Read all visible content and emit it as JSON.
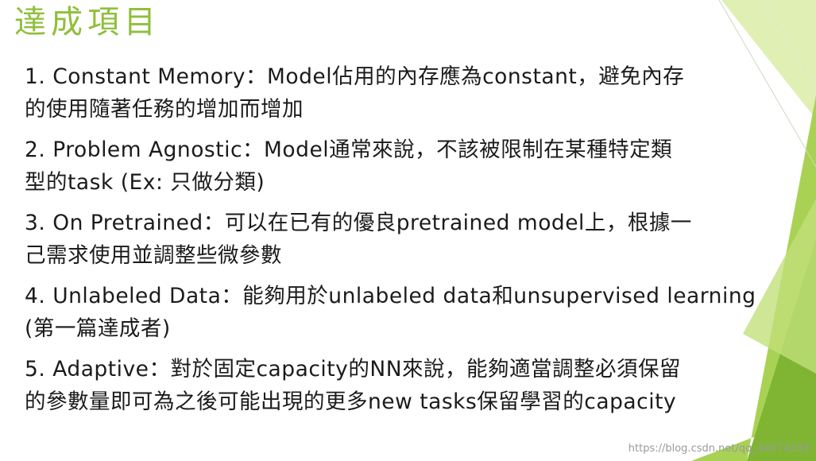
{
  "slide": {
    "title": "達成項目",
    "theme": {
      "title_color": "#8fbf3a",
      "accent_light": "#c6e07a",
      "accent_mid": "#9ccc45",
      "accent_dark": "#6ea82e",
      "text_color": "#1b1b1b"
    },
    "items": [
      {
        "lines": [
          "1. Constant Memory：Model佔用的內存應為constant，避免內存",
          "的使用隨著任務的增加而增加"
        ]
      },
      {
        "lines": [
          "2. Problem Agnostic：Model通常來說，不該被限制在某種特定類",
          "型的task (Ex: 只做分類)"
        ]
      },
      {
        "lines": [
          "3. On Pretrained：可以在已有的優良pretrained model上，根據一",
          "己需求使用並調整些微參數"
        ]
      },
      {
        "lines": [
          "4. Unlabeled Data：能夠用於unlabeled data和unsupervised learning",
          "(第一篇達成者)"
        ]
      },
      {
        "lines": [
          "5. Adaptive：對於固定capacity的NN來說，能夠適當調整必須保留",
          "的參數量即可為之後可能出現的更多new tasks保留學習的capacity"
        ]
      }
    ]
  },
  "watermark": "https://blog.csdn.net/qq_44574333"
}
